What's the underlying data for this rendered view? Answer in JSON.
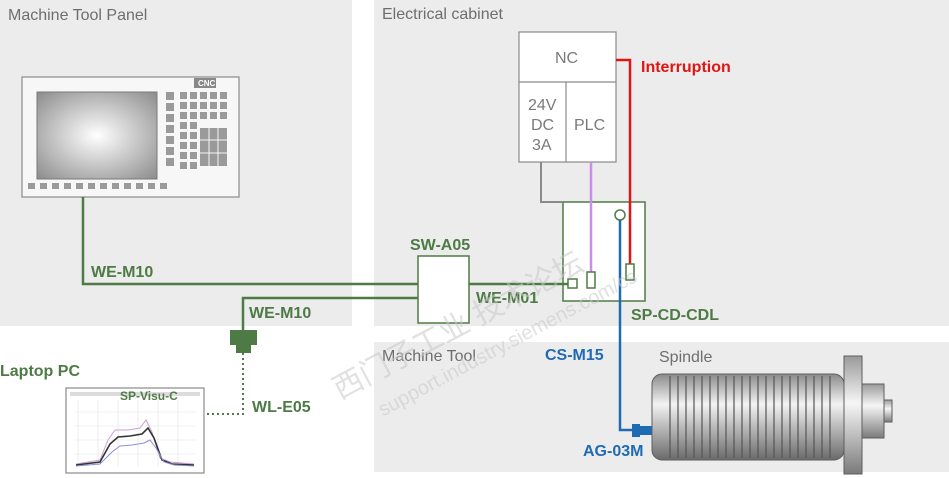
{
  "regions": {
    "machine_tool_panel": "Machine Tool Panel",
    "electrical_cabinet": "Electrical cabinet",
    "machine_tool": "Machine Tool",
    "laptop_pc": "Laptop PC",
    "spindle": "Spindle"
  },
  "components": {
    "cnc_panel_label": "CNC",
    "nc_label": "NC",
    "psu_label_line1": "24V",
    "psu_label_line2": "DC",
    "psu_label_line3": "3A",
    "plc_label": "PLC",
    "sw_label": "SW-A05",
    "sp_cd_cdl_label": "SP-CD-CDL",
    "visu_label": "SP-Visu-C"
  },
  "cables": {
    "we_m10_top": "WE-M10",
    "we_m10_bottom": "WE-M10",
    "we_m01": "WE-M01",
    "wl_e05": "WL-E05",
    "cs_m15": "CS-M15",
    "ag_03m": "AG-03M",
    "interruption": "Interruption"
  },
  "watermark": {
    "line1": "西门子工业 技术论坛",
    "line2": "support.industry.siemens.com/cs"
  },
  "colors": {
    "region_bg": "#ececec",
    "green": "#4e7b45",
    "blue": "#1f6bb3",
    "red": "#e01515",
    "violet": "#c88ee8",
    "grey_line": "#8a8a8a"
  }
}
